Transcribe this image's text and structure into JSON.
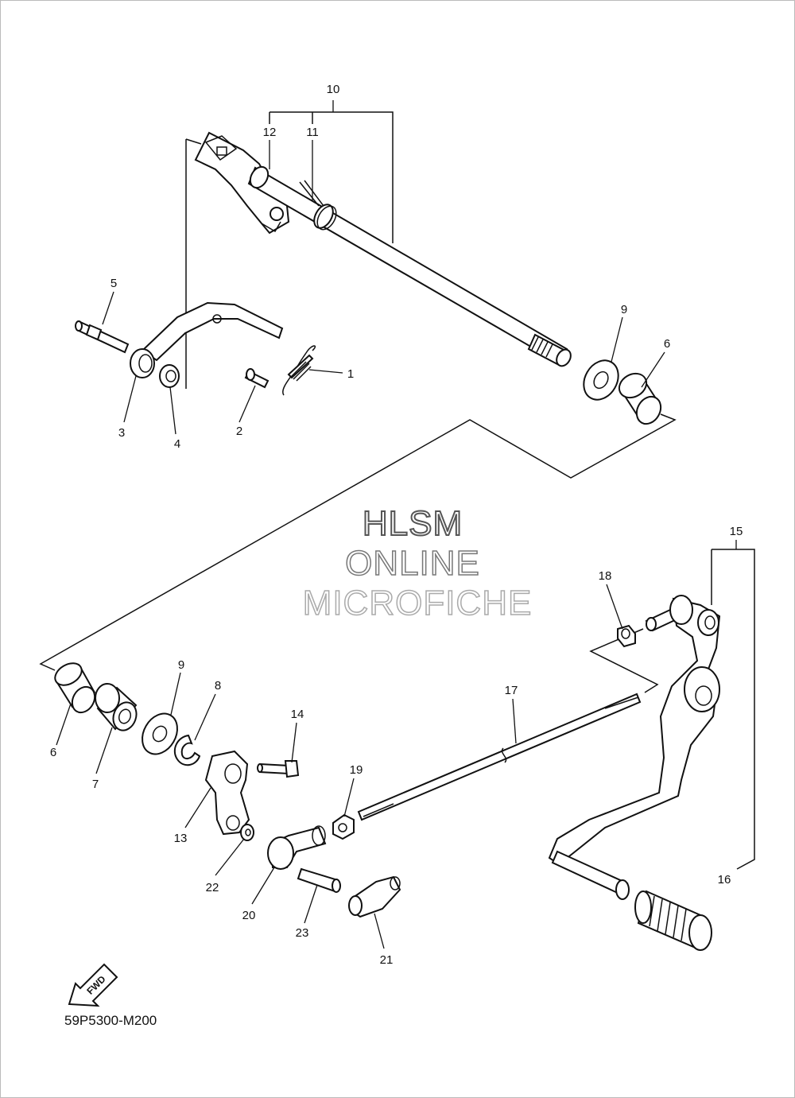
{
  "diagram": {
    "parts": [
      "1",
      "2",
      "3",
      "4",
      "5",
      "6",
      "7",
      "8",
      "9",
      "10",
      "11",
      "12",
      "13",
      "14",
      "15",
      "16",
      "17",
      "18",
      "19",
      "20",
      "21",
      "22",
      "23"
    ],
    "part_labels": {
      "p1": "1",
      "p2": "2",
      "p3": "3",
      "p4": "4",
      "p5": "5",
      "p6a": "6",
      "p6b": "6",
      "p7": "7",
      "p8": "8",
      "p9a": "9",
      "p9b": "9",
      "p10": "10",
      "p11": "11",
      "p12": "12",
      "p13": "13",
      "p14": "14",
      "p15": "15",
      "p16": "16",
      "p17": "17",
      "p18": "18",
      "p19": "19",
      "p20": "20",
      "p21": "21",
      "p22": "22",
      "p23": "23"
    },
    "watermark": {
      "line1": "HLSM",
      "line2": "ONLINE",
      "line3": "MICROFICHE"
    },
    "fwd_label": "FWD",
    "diagram_code": "59P5300-M200"
  },
  "colors": {
    "ink": "#111111",
    "paper": "#ffffff",
    "watermark_outline": "#555555",
    "watermark_light": "#aaaaaa"
  }
}
